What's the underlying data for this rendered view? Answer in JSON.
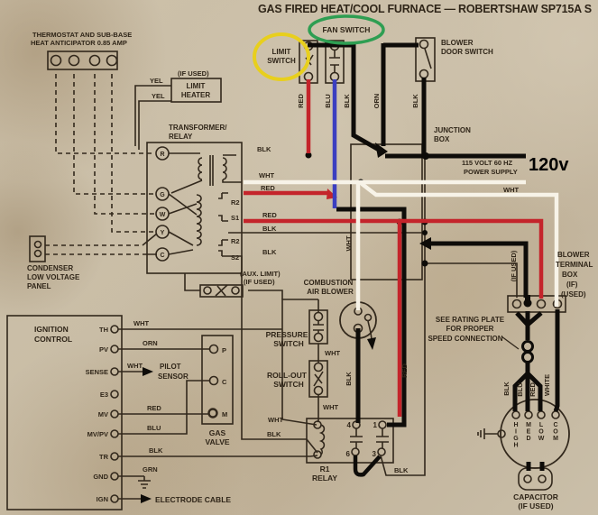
{
  "title": "GAS FIRED HEAT/COOL FURNACE — ROBERTSHAW SP715A S",
  "annotations": {
    "voltage": "120v",
    "limit_switch": [
      "LIMIT",
      "SWITCH"
    ],
    "fan_switch": "FAN SWITCH"
  },
  "colors": {
    "black_marker": "#0e0c09",
    "red_marker": "#c4242b",
    "blue_marker": "#3b3ec0",
    "white_marker": "#f7f3e8",
    "yellow_circle": "#e8cf1d",
    "green_circle": "#2e9e52",
    "ink": "#32281c"
  },
  "wire_labels": {
    "red": "RED",
    "blu": "BLU",
    "blk": "BLK",
    "orn": "ORN",
    "wht": "WHT",
    "yel": "YEL",
    "grn": "GRN",
    "white": "WHITE",
    "if_used": "(IF USED)"
  },
  "thermostat": {
    "line1": "THERMOSTAT AND SUB-BASE",
    "line2": "HEAT ANTICIPATOR 0.85 AMP"
  },
  "limit_heater": {
    "note": "(IF USED)",
    "line1": "LIMIT",
    "line2": "HEATER"
  },
  "transformer": {
    "line1": "TRANSFORMER/",
    "line2": "RELAY",
    "terminals": [
      "R",
      "G",
      "W",
      "Y",
      "C"
    ],
    "contacts": [
      "R2",
      "S1",
      "R2",
      "S2"
    ]
  },
  "junction_box": {
    "line1": "JUNCTION",
    "line2": "BOX",
    "supply1": "115 VOLT 60 HZ",
    "supply2": "POWER SUPPLY"
  },
  "blower_door_switch": {
    "line1": "BLOWER",
    "line2": "DOOR SWITCH"
  },
  "condenser": [
    "CONDENSER",
    "LOW VOLTAGE",
    "PANEL"
  ],
  "ignition": {
    "line1": "IGNITION",
    "line2": "CONTROL",
    "terminals": [
      "TH",
      "PV",
      "SENSE",
      "E3",
      "MV",
      "MV/PV",
      "TR",
      "GND",
      "IGN"
    ]
  },
  "pilot_sensor": [
    "PILOT",
    "SENSOR"
  ],
  "electrode": "ELECTRODE CABLE",
  "gas_valve": {
    "terminals": [
      "P",
      "C",
      "M"
    ],
    "line1": "GAS",
    "line2": "VALVE"
  },
  "aux_limit": [
    "(AUX. LIMIT)",
    "(IF USED)"
  ],
  "combustion_blower": [
    "COMBUSTION",
    "AIR BLOWER"
  ],
  "pressure_switch": [
    "PRESSURE",
    "SWITCH"
  ],
  "rollout_switch": [
    "ROLL-OUT",
    "SWITCH"
  ],
  "relay": {
    "name1": "R1",
    "name2": "RELAY",
    "contacts": [
      "4",
      "1",
      "6",
      "3"
    ]
  },
  "rating_note": [
    "SEE RATING PLATE",
    "FOR PROPER",
    "SPEED CONNECTION"
  ],
  "blower_terminal_box": [
    "BLOWER",
    "TERMINAL",
    "BOX",
    "(IF)",
    "(USED)"
  ],
  "motor": {
    "speeds": [
      "HIGH",
      "MED",
      "LOW",
      "COM"
    ]
  },
  "capacitor": [
    "CAPACITOR",
    "(IF USED)"
  ]
}
